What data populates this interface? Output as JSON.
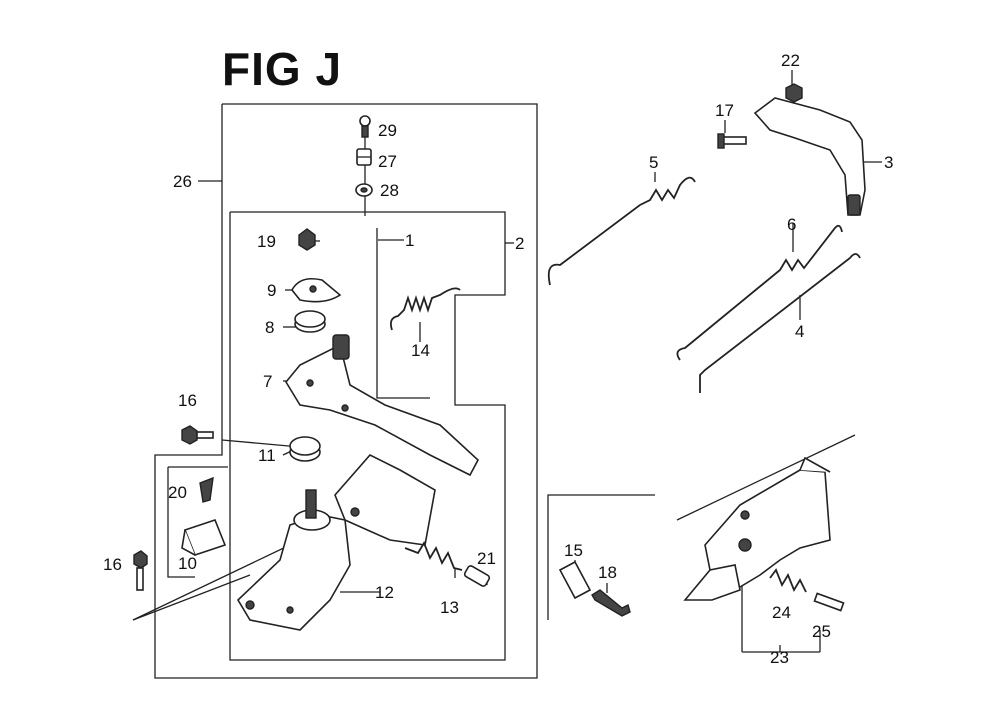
{
  "figure": {
    "title": "FIG J"
  },
  "callouts": [
    {
      "id": "c1",
      "text": "1"
    },
    {
      "id": "c2",
      "text": "2"
    },
    {
      "id": "c3",
      "text": "3"
    },
    {
      "id": "c4",
      "text": "4"
    },
    {
      "id": "c5",
      "text": "5"
    },
    {
      "id": "c6",
      "text": "6"
    },
    {
      "id": "c7",
      "text": "7"
    },
    {
      "id": "c8",
      "text": "8"
    },
    {
      "id": "c9",
      "text": "9"
    },
    {
      "id": "c10",
      "text": "10"
    },
    {
      "id": "c11",
      "text": "11"
    },
    {
      "id": "c12",
      "text": "12"
    },
    {
      "id": "c13",
      "text": "13"
    },
    {
      "id": "c14",
      "text": "14"
    },
    {
      "id": "c15",
      "text": "15"
    },
    {
      "id": "c16a",
      "text": "16"
    },
    {
      "id": "c16b",
      "text": "16"
    },
    {
      "id": "c17",
      "text": "17"
    },
    {
      "id": "c18",
      "text": "18"
    },
    {
      "id": "c19",
      "text": "19"
    },
    {
      "id": "c20",
      "text": "20"
    },
    {
      "id": "c21",
      "text": "21"
    },
    {
      "id": "c22",
      "text": "22"
    },
    {
      "id": "c23",
      "text": "23"
    },
    {
      "id": "c24",
      "text": "24"
    },
    {
      "id": "c25",
      "text": "25"
    },
    {
      "id": "c26",
      "text": "26"
    },
    {
      "id": "c27",
      "text": "27"
    },
    {
      "id": "c28",
      "text": "28"
    },
    {
      "id": "c29",
      "text": "29"
    }
  ]
}
